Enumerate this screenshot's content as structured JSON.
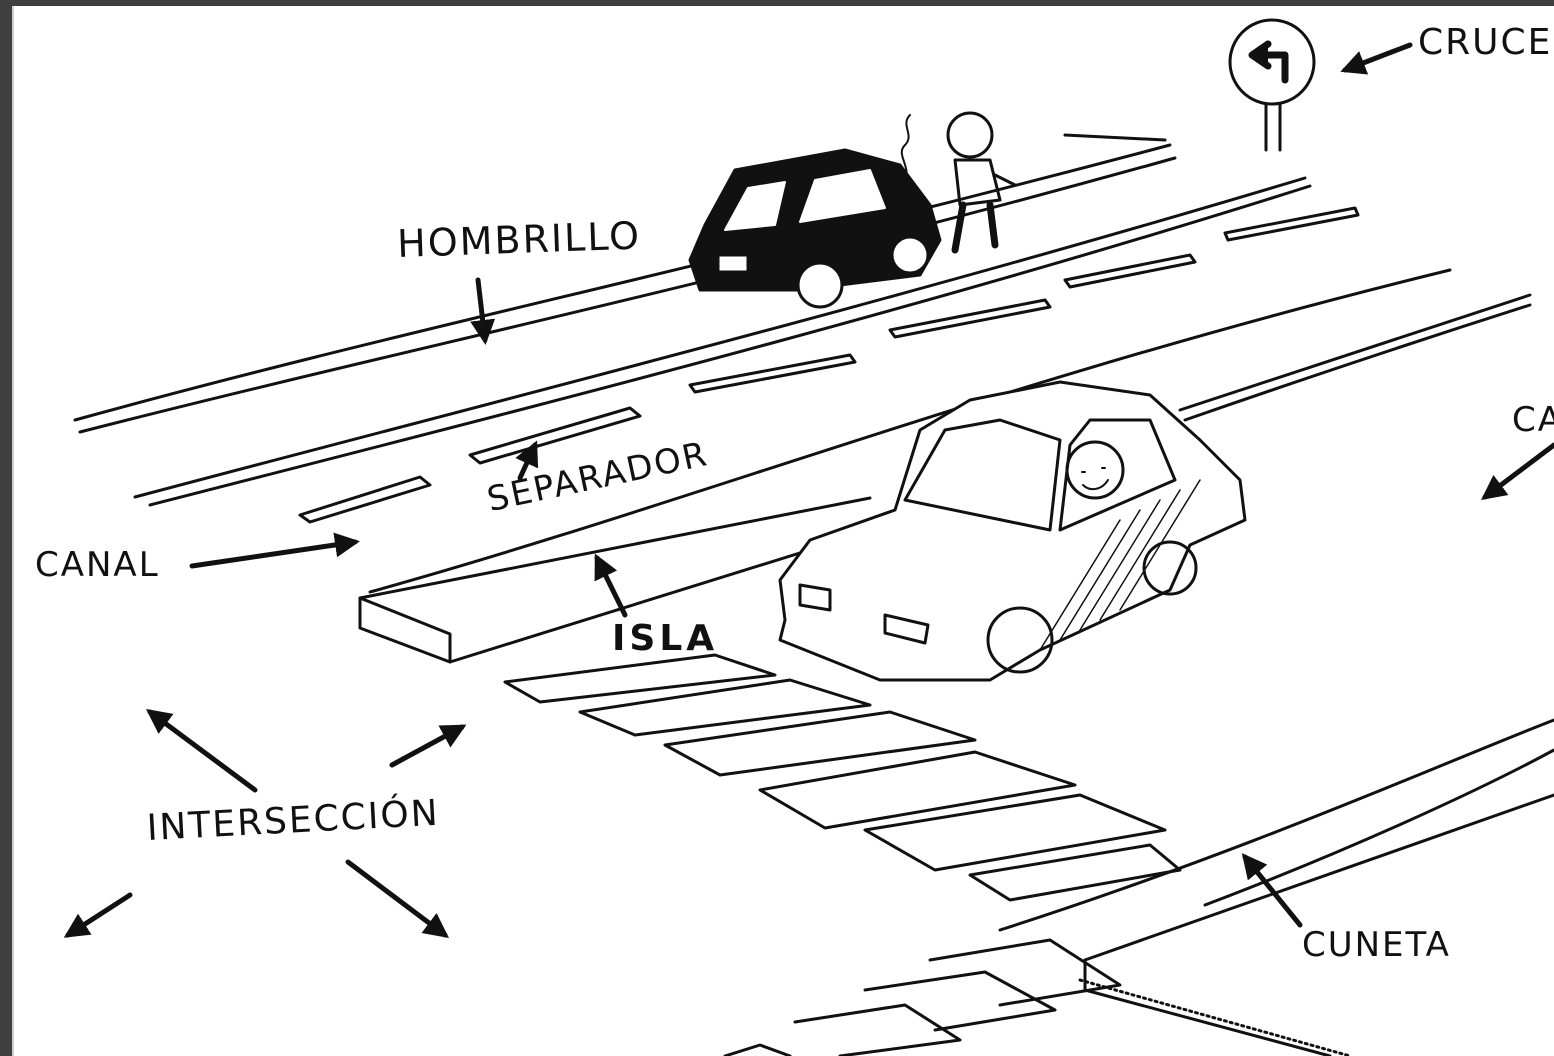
{
  "labels": {
    "cruce": "CRUCE",
    "hombrillo": "HOMBRILLO",
    "separador": "SEPARADOR",
    "canal": "CANAL",
    "isla": "ISLA",
    "interseccion": "INTERSECCIÓN",
    "cuneta": "CUNETA",
    "ca": "CA"
  },
  "sign_icon": "left-turn-arrow-icon",
  "colors": {
    "ink": "#111111",
    "paper": "#ffffff",
    "frame": "#3f3f3f"
  }
}
